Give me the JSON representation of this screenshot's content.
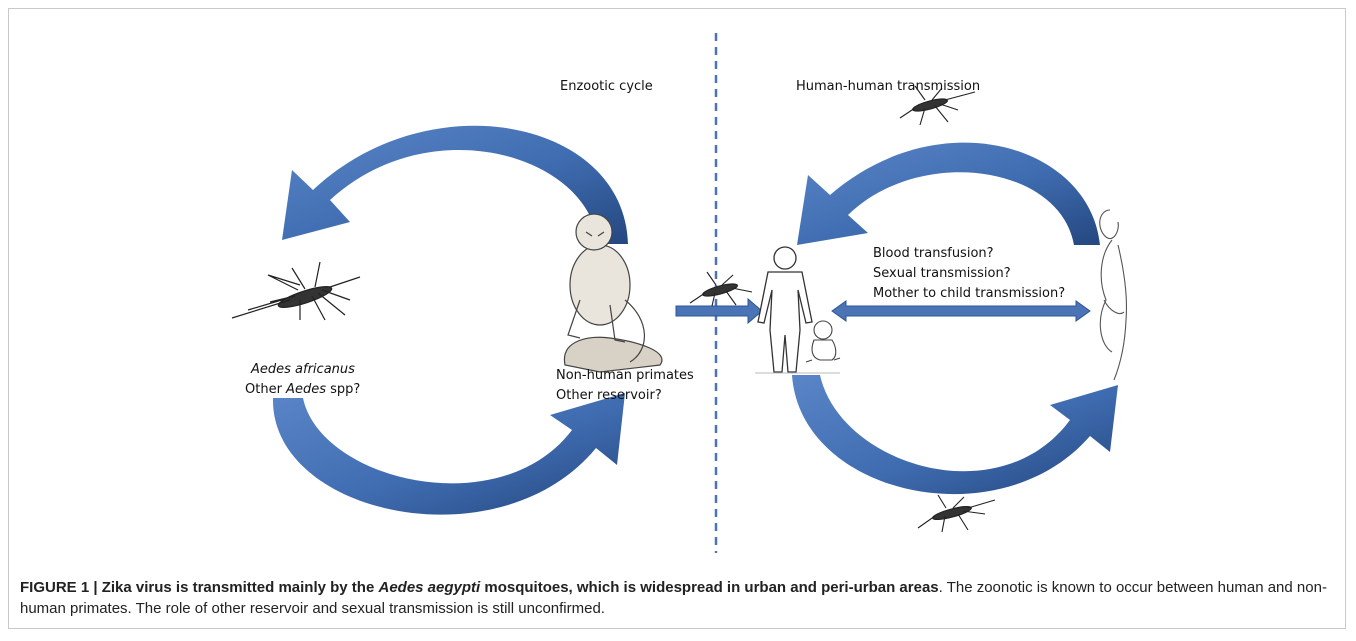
{
  "figure": {
    "left_title": "Enzootic cycle",
    "right_title": "Human-human transmission",
    "vector_label": {
      "species_italic": "Aedes africanus",
      "other_prefix": "Other ",
      "other_italic": "Aedes",
      "other_suffix": " spp?"
    },
    "reservoir_label": {
      "line1": "Non-human primates",
      "line2": "Other reservoir?"
    },
    "transmission_routes": [
      "Blood transfusion?",
      "Sexual transmission?",
      "Mother to child transmission?"
    ],
    "colors": {
      "arrow_fill": "#4a74b5",
      "arrow_dark": "#2d5596",
      "divider": "#4a74b5"
    },
    "icons": [
      "mosquito-icon",
      "monkey-icon",
      "human-silhouette-icon",
      "baby-icon",
      "pregnant-woman-icon"
    ]
  },
  "caption": {
    "label": "FIGURE 1 | ",
    "bold_part1": "Zika virus is transmitted mainly by the ",
    "bold_italic": "Aedes aegypti",
    "bold_part2": " mosquitoes, which is widespread in urban and peri-urban areas",
    "rest": ". The zoonotic is known to occur between human and non-human primates. The role of other reservoir and sexual transmission is still unconfirmed."
  }
}
